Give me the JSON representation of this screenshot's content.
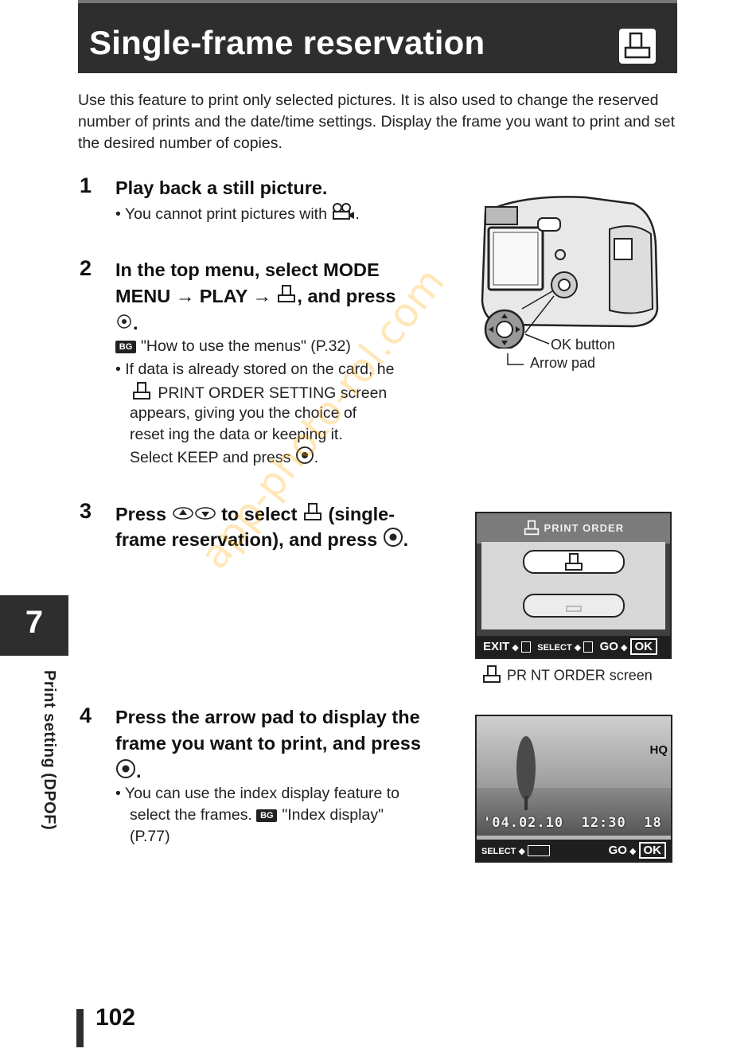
{
  "header": {
    "title": "Single-frame reservation",
    "icon": "print-icon"
  },
  "intro": "Use this feature to print only selected pictures. It is also used to change the reserved number of prints and the date/time settings. Display the frame you want to print and set the desired number of copies.",
  "steps": [
    {
      "number": "1",
      "title": "Play back a still picture.",
      "bullet_pre": "You cannot print pictures with",
      "bullet_icon": "movie-icon",
      "bullet_post": "."
    },
    {
      "number": "2",
      "title_line1": "In the top menu, select MODE",
      "title_line2a": "MENU → PLAY →",
      "title_line2b": ", and press",
      "title_line3": ".",
      "ref_text": "\"How to use the menus\" (P.32)",
      "bullet_line1": "If data is already stored on the card,  he",
      "bullet_line2": "PRINT ORDER SETTING screen",
      "bullet_line3": "appears, giving you the choice of",
      "bullet_line4": "reset ing the data or keeping it.",
      "bullet_line5a": "Select KEEP and press",
      "bullet_line5b": "."
    },
    {
      "number": "3",
      "title_pre": "Press",
      "title_mid": "to select",
      "title_post": "(single-",
      "title_line2a": "frame reservation), and press",
      "title_line2b": "."
    },
    {
      "number": "4",
      "title_line1": "Press the arrow pad to display the",
      "title_line2": "frame you want to print, and press",
      "title_line3": ".",
      "bullet_line1": "You can use the index display feature to",
      "bullet_line2a": "select the frames.",
      "bullet_line2b": "\"Index display\"",
      "bullet_line3": "(P.77)"
    }
  ],
  "camera": {
    "ok_label": "OK button",
    "pad_label": "Arrow pad"
  },
  "print_order_screen": {
    "title": "PRINT ORDER",
    "exit": "EXIT",
    "select": "SELECT",
    "go": "GO",
    "ok": "OK",
    "caption": "PR NT ORDER screen"
  },
  "playback_screen": {
    "quality": "HQ",
    "datetime": "'04.02.10  12:30  18",
    "select": "SELECT",
    "go": "GO",
    "ok": "OK"
  },
  "side_tab": {
    "number": "7",
    "label": "Print setting (DPOF)"
  },
  "page_number": "102",
  "watermark": "app-photo-rol.com",
  "ref_icon": "BG",
  "colors": {
    "header_bg": "#2e2e2e",
    "watermark": "#ffa800"
  }
}
